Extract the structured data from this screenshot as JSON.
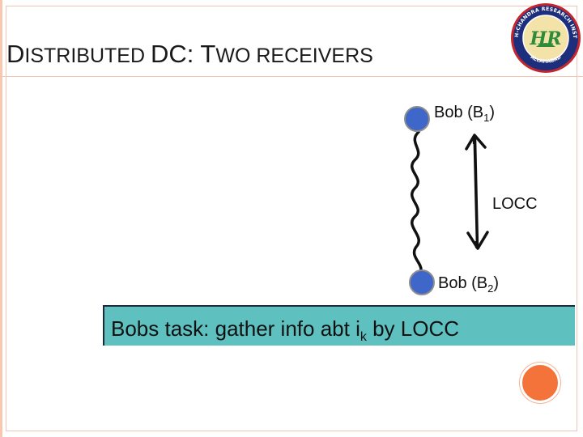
{
  "title": {
    "first_1": "D",
    "rest_1": "ISTRIBUTED ",
    "word_2": "DC: ",
    "first_3": "T",
    "rest_3": "WO RECEIVERS"
  },
  "logo": {
    "ring_text": "HARISH-CHANDRA RESEARCH INSTITUTE",
    "bottom_text": "ALLAHABAD",
    "monogram": "HR"
  },
  "nodes": {
    "top": {
      "label": "Bob (B",
      "sub": "1",
      "close": ")"
    },
    "bottom": {
      "label": "Bob (B",
      "sub": "2",
      "close": ")"
    }
  },
  "channel": {
    "label": "LOCC"
  },
  "task": {
    "text": "Bobs task: gather info abt i",
    "sub": "k",
    "suffix": " by LOCC"
  },
  "colors": {
    "node_blue": "#3e67c9",
    "task_teal": "#5fc0c0",
    "accent_orange": "#f4733a",
    "frame_peach": "#f2c6b4"
  }
}
